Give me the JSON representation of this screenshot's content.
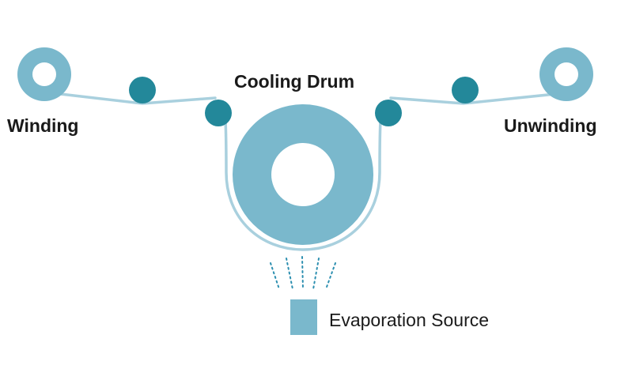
{
  "labels": {
    "winding": "Winding",
    "cooling_drum": "Cooling Drum",
    "unwinding": "Unwinding",
    "evaporation_source": "Evaporation Source"
  },
  "colors": {
    "roll": "#7ab8cc",
    "guide_roller": "#23889a",
    "film": "#a9d0de",
    "vapor": "#2c8fb0",
    "text": "#1a1a1a",
    "background": "#ffffff"
  }
}
